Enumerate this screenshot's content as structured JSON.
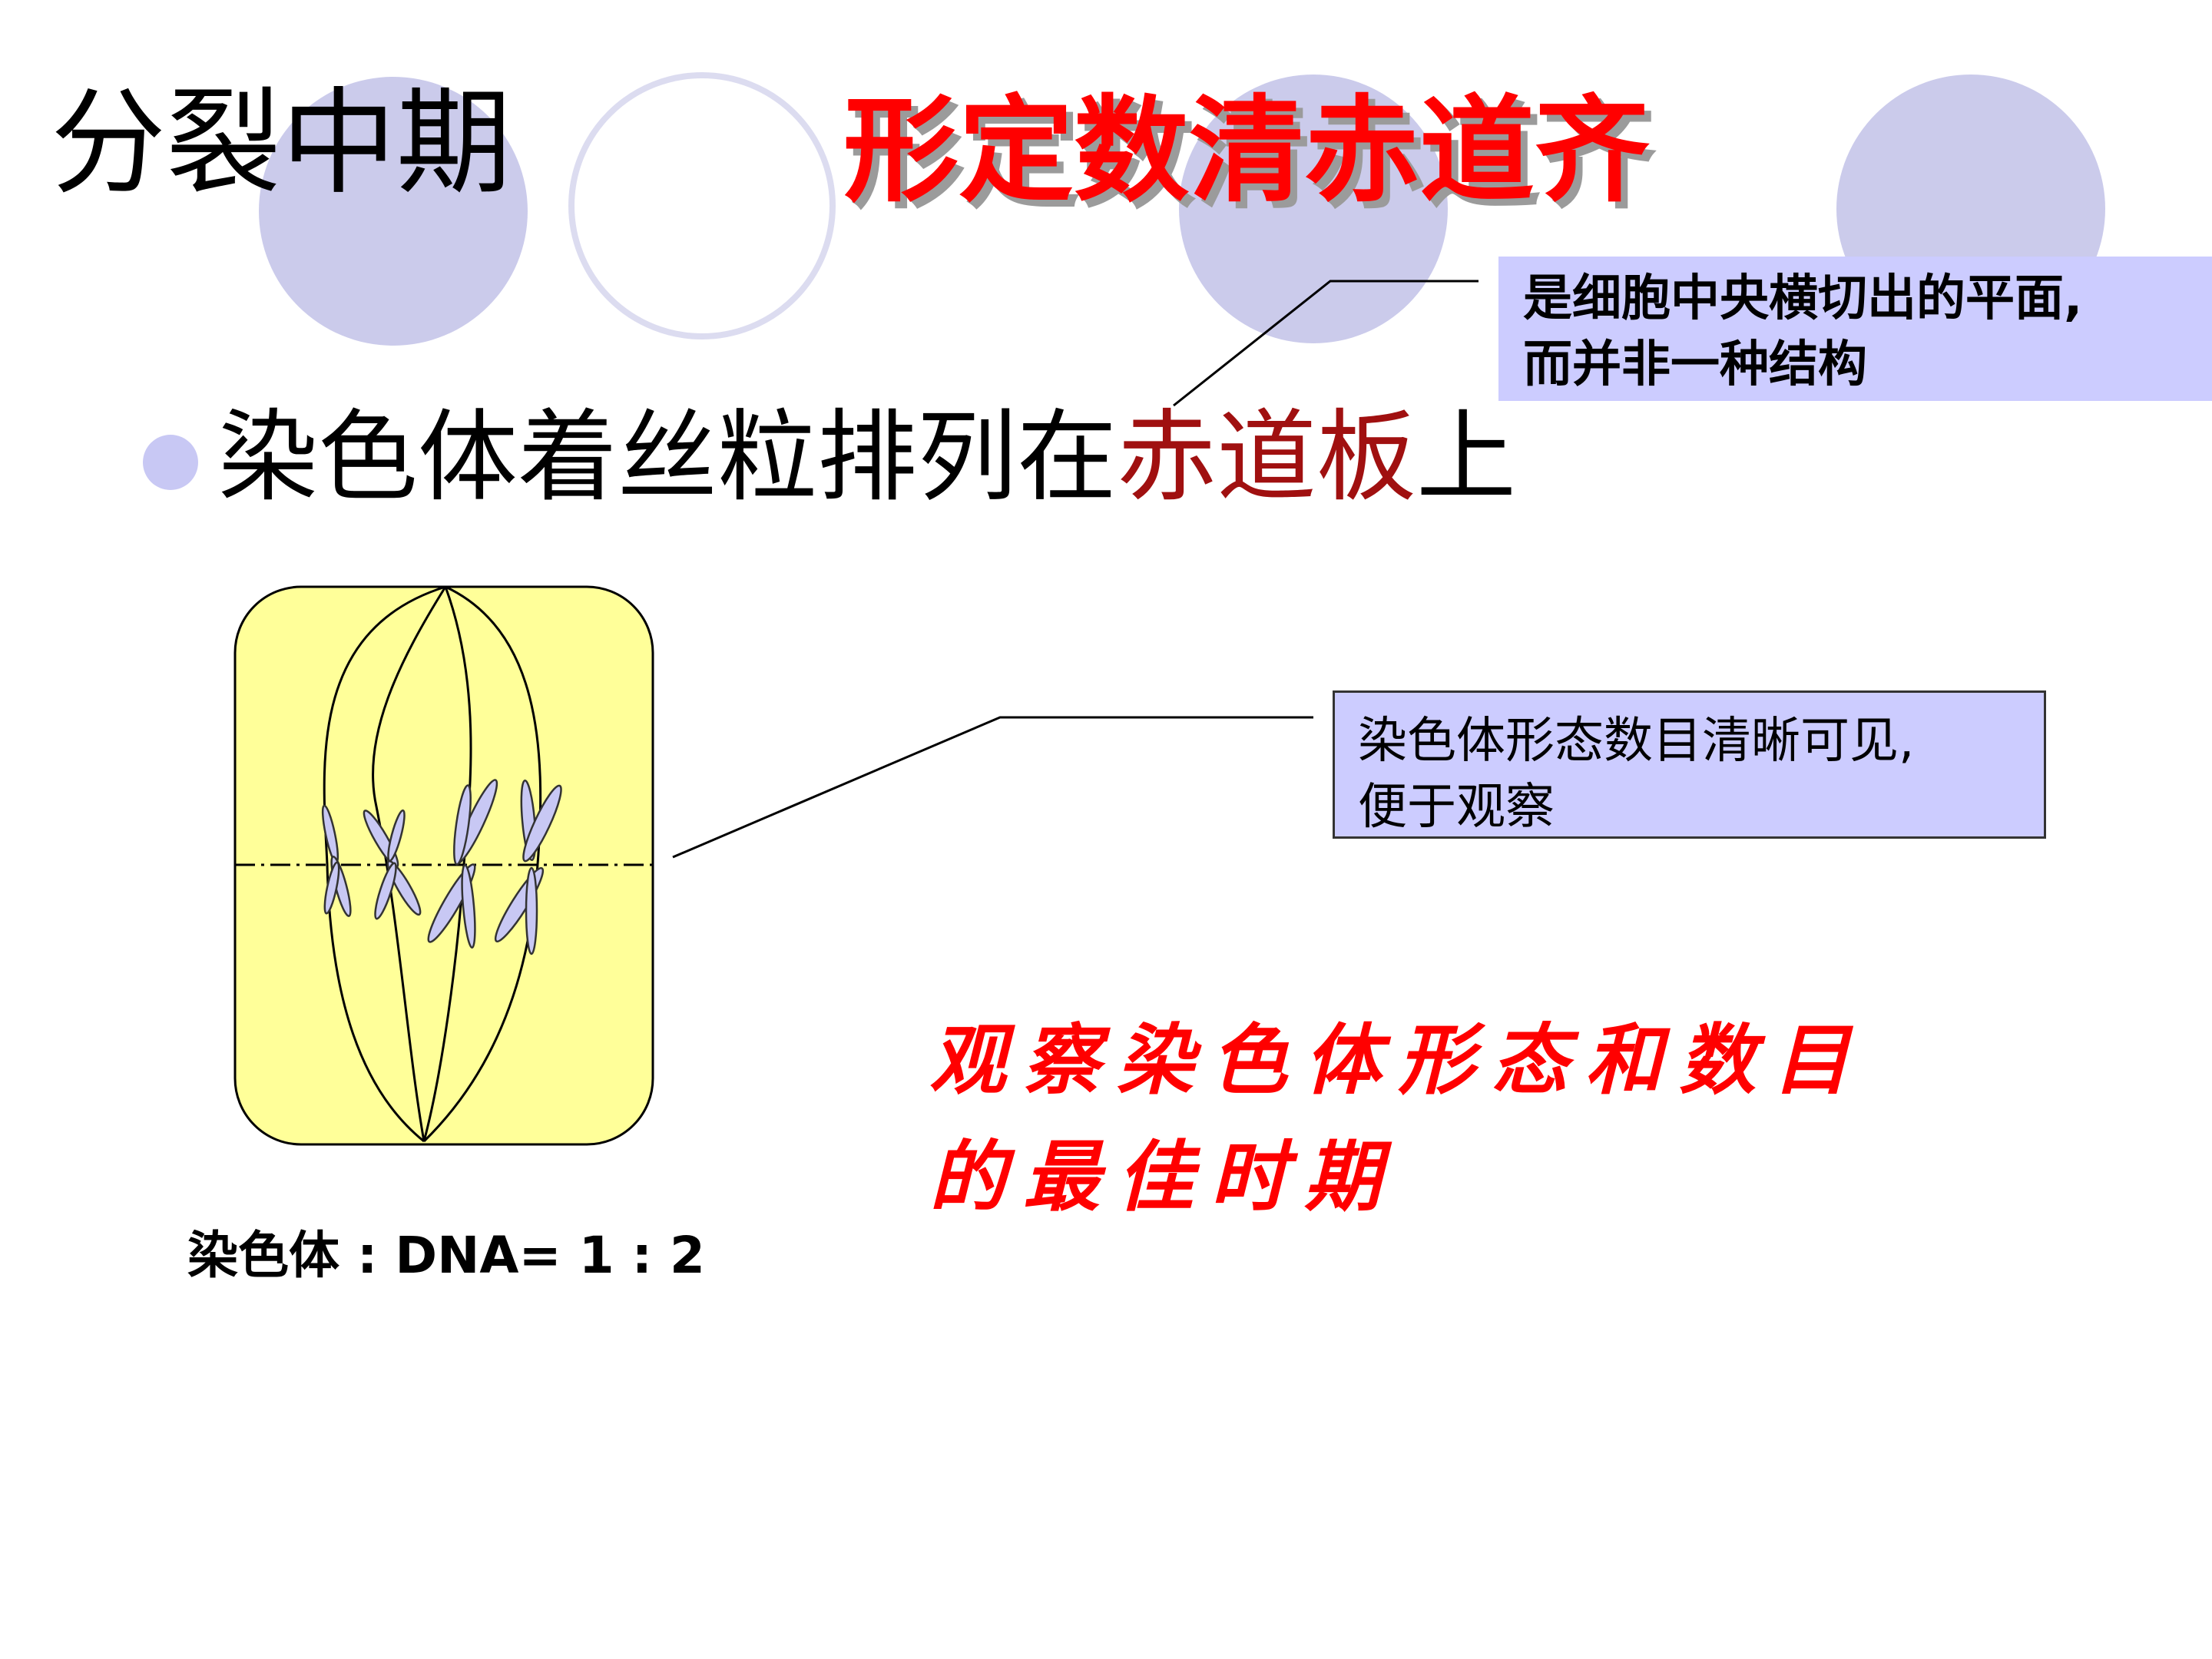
{
  "slide": {
    "phase_title": "分裂中期",
    "headline": "形定数清赤道齐",
    "callout_plane": {
      "line1": "是细胞中央横切出的平面,",
      "line2": "而并非一种结构"
    },
    "bullet": {
      "text_before": "染色体着丝粒排列在",
      "highlight": "赤道板",
      "text_after": "上"
    },
    "callout_visible": {
      "line1": "染色体形态数目清晰可见,",
      "line2": "便于观察"
    },
    "red_note": {
      "line1": "观察染色体形态和数目",
      "line2": "的最佳时期"
    },
    "ratio_label": "染色体 : DNA= 1 :  2"
  },
  "colors": {
    "headline": "#ff0000",
    "headline_shadow": "#9b9b9b",
    "highlight": "#a01010",
    "callout_bg": "#ccccff",
    "decor_circle": "#cbcbeb",
    "cell_fill": "#ffff99",
    "chromosome_fill": "#c8c8f4",
    "red_note": "#ff0000"
  }
}
